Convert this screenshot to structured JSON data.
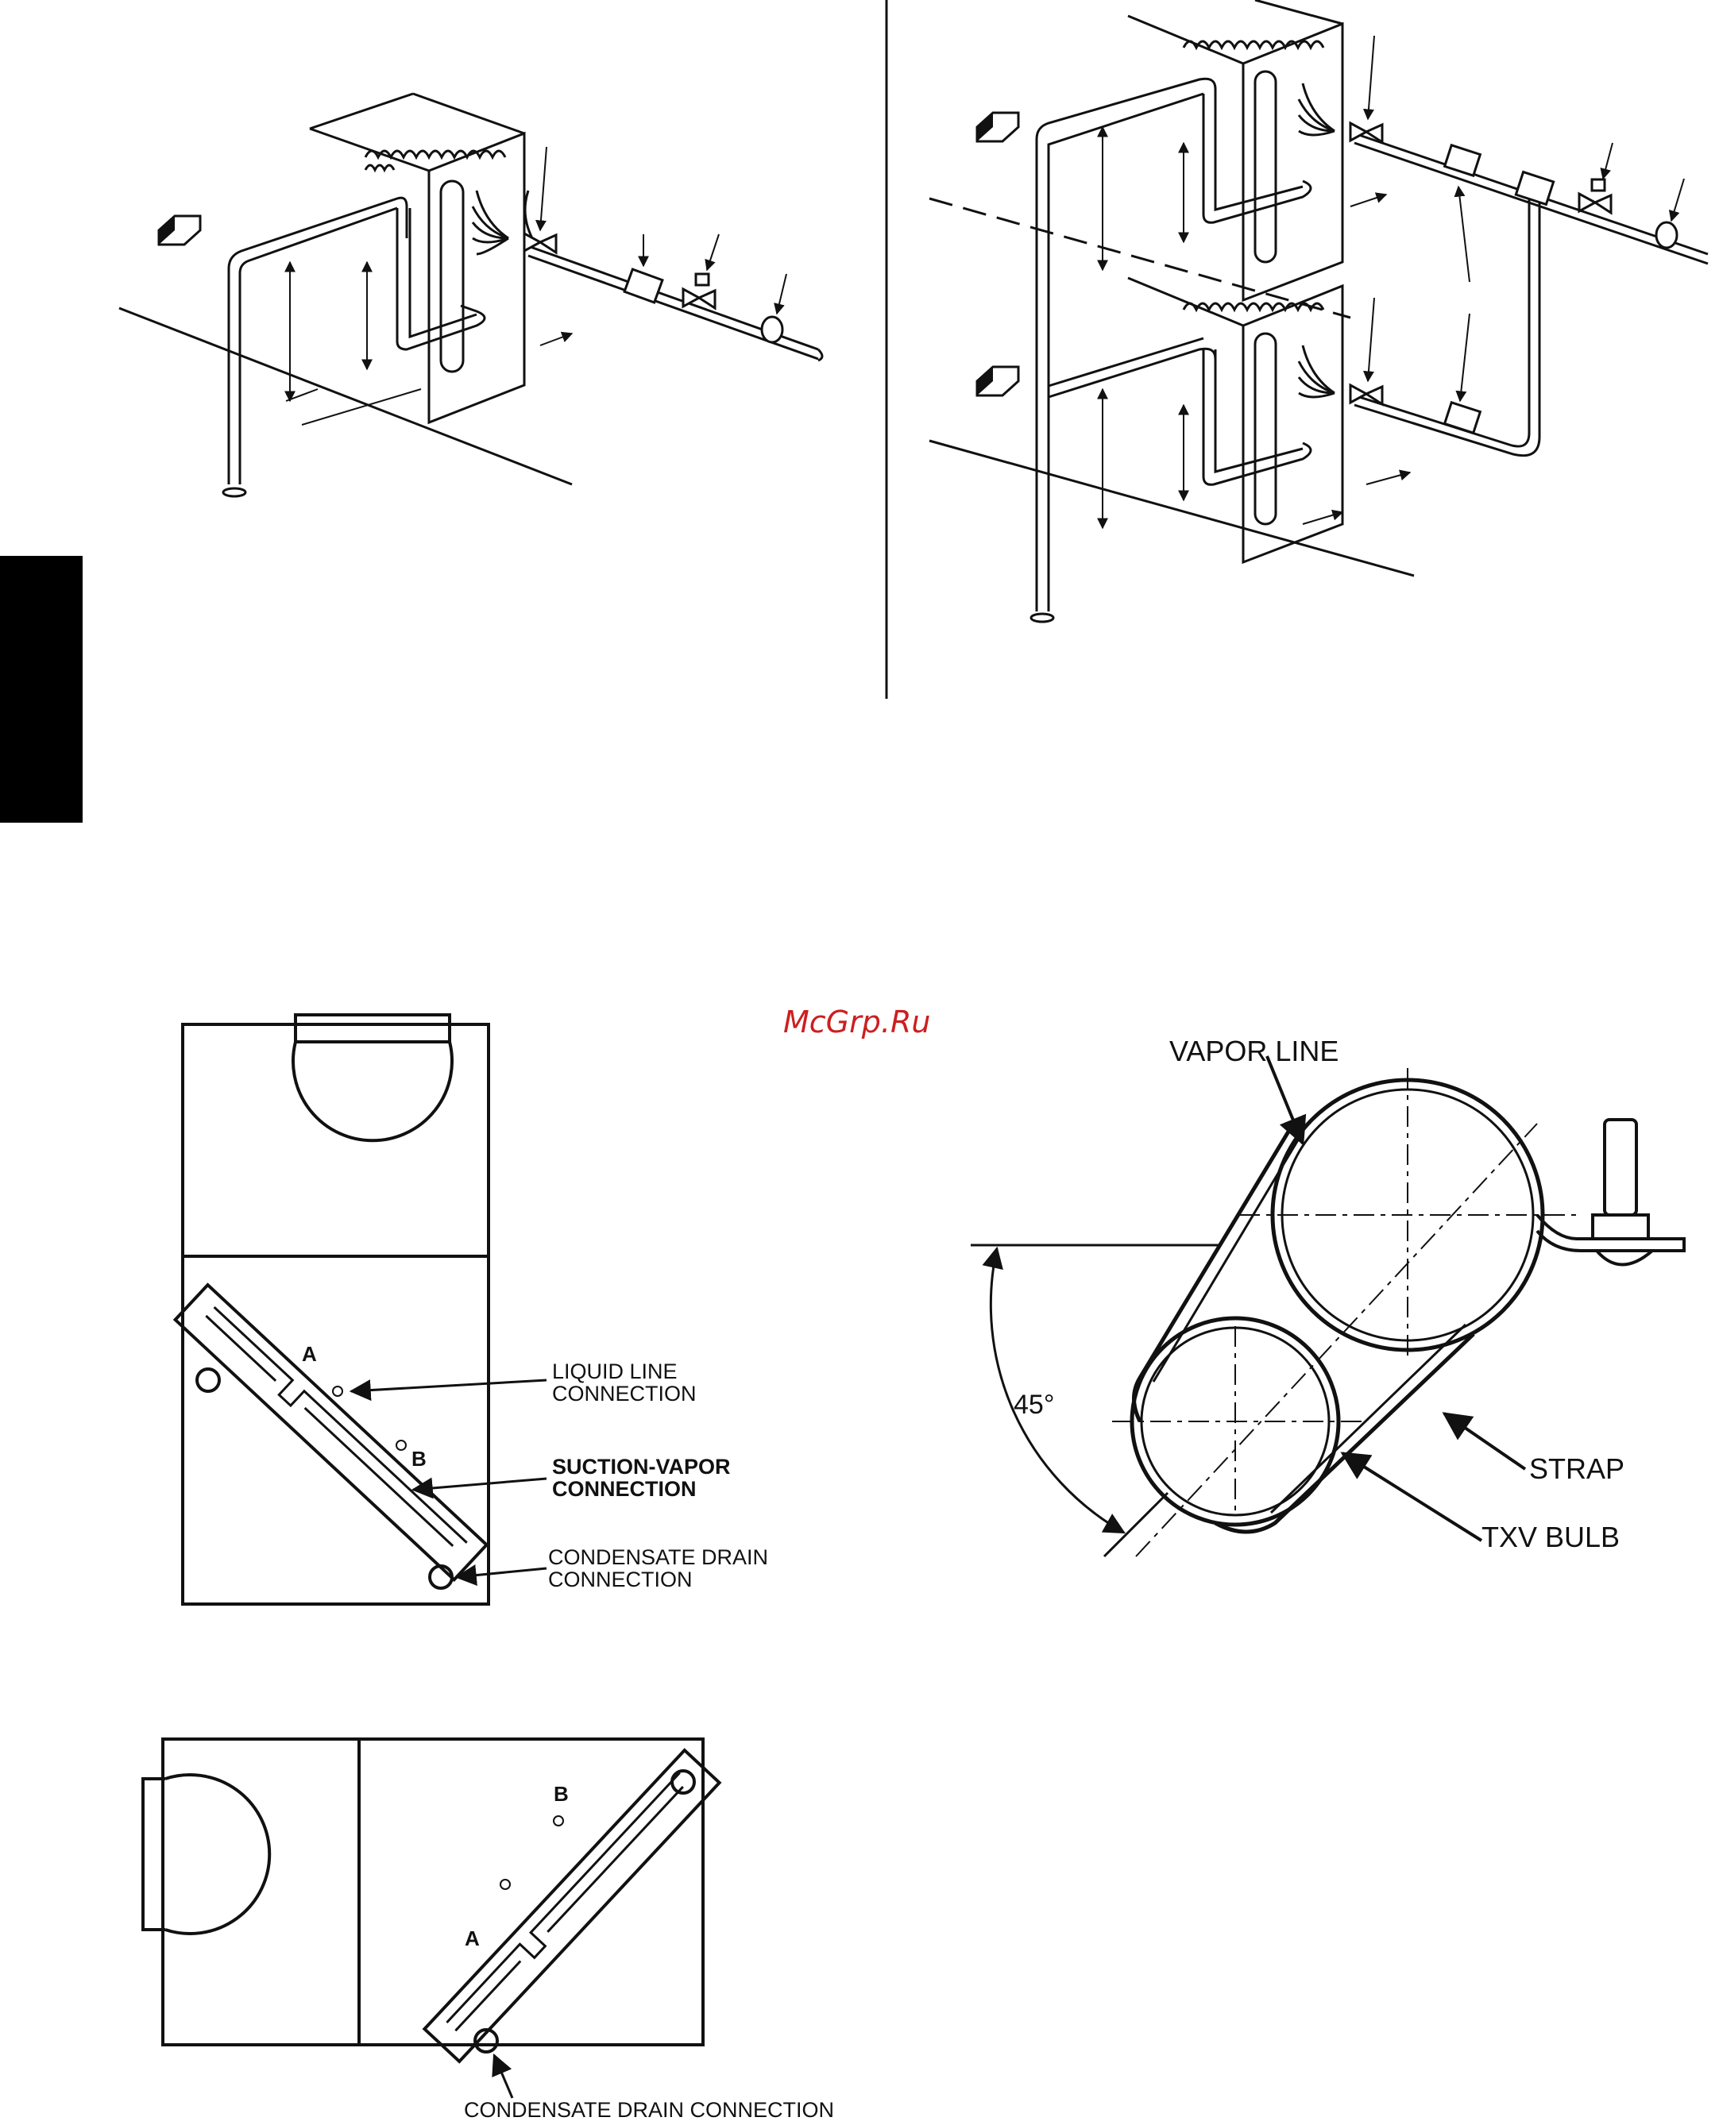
{
  "watermark": {
    "text": "McGrp.Ru",
    "color": "#cc1f1f"
  },
  "colors": {
    "ink": "#111111",
    "paper": "#ffffff",
    "tab": "#000000"
  },
  "air_handler_vertical": {
    "label_a": "A",
    "label_b": "B",
    "callouts": [
      {
        "line1": "LIQUID LINE",
        "line2": "CONNECTION"
      },
      {
        "line1": "SUCTION-VAPOR",
        "line2": "CONNECTION"
      },
      {
        "line1": "CONDENSATE DRAIN",
        "line2": "CONNECTION"
      }
    ]
  },
  "air_handler_horizontal": {
    "label_a": "A",
    "label_b": "B",
    "callout": "CONDENSATE DRAIN CONNECTION"
  },
  "txv_bulb_mounting": {
    "vapor_line": "VAPOR LINE",
    "strap": "STRAP",
    "txv_bulb": "TXV BULB",
    "angle": "45°"
  },
  "icons": [
    "airflow-arrow-icon",
    "txv-valve-icon",
    "filter-drier-icon",
    "solenoid-valve-icon",
    "sight-glass-icon"
  ]
}
